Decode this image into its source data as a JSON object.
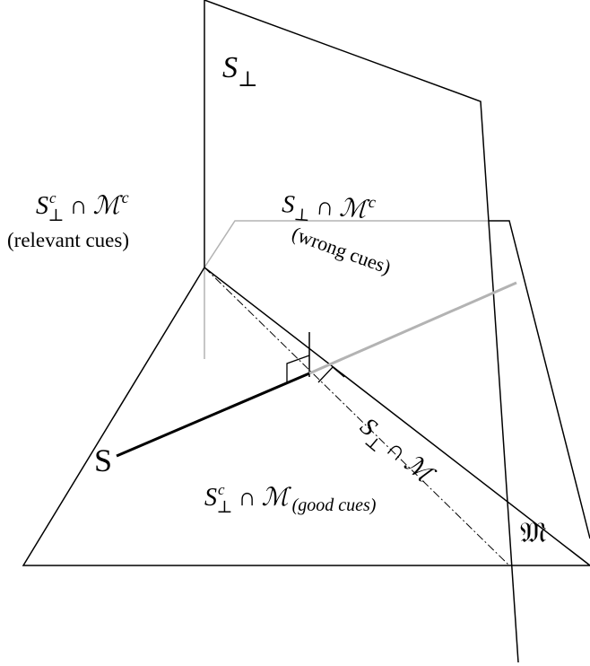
{
  "labels": {
    "s_perp": {
      "main": "S",
      "sub": "⊥"
    },
    "relevant": {
      "s": "S",
      "sub": "⊥",
      "sup": "c",
      "cap": "∩",
      "m": "ℳ",
      "msup": "c",
      "note": "(relevant cues)"
    },
    "wrong": {
      "s": "S",
      "sub": "⊥",
      "cap": "∩",
      "m": "ℳ",
      "msup": "c",
      "note": "(wrong cues)"
    },
    "good": {
      "s": "S",
      "sub": "⊥",
      "sup": "c",
      "cap": "∩",
      "m": "ℳ",
      "note": "(good cues)"
    },
    "sperp_m": {
      "s": "S",
      "sub": "⊥",
      "cap": "∩",
      "m": "ℳ"
    },
    "s_line": "S",
    "m_plane": "𝔐"
  }
}
